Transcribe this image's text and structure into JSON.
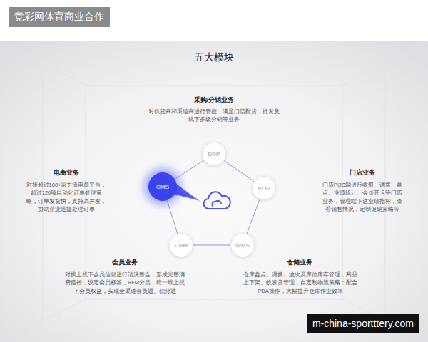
{
  "diagram": {
    "title": "五大模块",
    "nodes": [
      {
        "text": [
          "DRP"
        ]
      },
      {
        "text": [
          "OMS"
        ]
      },
      {
        "text": [
          "POS"
        ]
      },
      {
        "text": [
          "CRM"
        ]
      },
      {
        "text": [
          "WMS"
        ]
      }
    ],
    "edges": [
      {
        "from": 0,
        "to": 2,
        "arrow": "none"
      },
      {
        "from": 2,
        "to": 4,
        "arrow": "none"
      },
      {
        "from": 4,
        "to": 3,
        "arrow": "none"
      },
      {
        "from": 3,
        "to": 1,
        "arrow": "none"
      },
      {
        "from": 1,
        "to": 0,
        "arrow": "none"
      }
    ],
    "labels": [
      "竞彩网体育商业合作",
      "采购/分销业务",
      "对供货商和渠道商进行管控，满足门店配货，批发及线下多级分销等业务",
      "电商业务",
      "对接超过100+家主流电商平台，超过120项自动化订单处理策略，订单发货快，支持高并发，协助企业迅捷处理订单",
      "门店业务",
      "门店POS端进行收银、调拨、盘点、业绩统计、会员开卡等门店业务，管理端下达业绩指标，查看销售情况，定制促销策略等",
      "会员业务",
      "对接上线下会员信息进行清洗整合，形成完整消费路径，设定会员标签，RFM分类，统一线上线下会员权益，实现全渠道会员通、积分通",
      "仓储业务",
      "仓库盘点、调拨、波次及库位库存管理，商品上下架、收发货管理，自定制物流策略；配合PDA操作，大幅提升仓库作业效率",
      "m-china-sportttery.com"
    ]
  }
}
